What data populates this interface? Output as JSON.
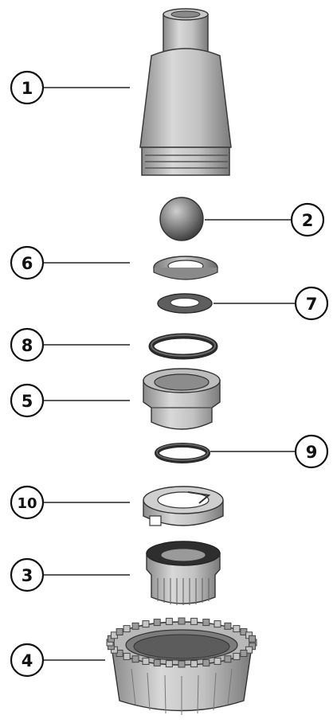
{
  "diagram": {
    "callouts": [
      {
        "id": "1",
        "label": "1"
      },
      {
        "id": "2",
        "label": "2"
      },
      {
        "id": "6",
        "label": "6"
      },
      {
        "id": "7",
        "label": "7"
      },
      {
        "id": "8",
        "label": "8"
      },
      {
        "id": "5",
        "label": "5"
      },
      {
        "id": "9",
        "label": "9"
      },
      {
        "id": "10",
        "label": "10"
      },
      {
        "id": "3",
        "label": "3"
      },
      {
        "id": "4",
        "label": "4"
      }
    ]
  },
  "colors": {
    "part_light": "#d4d4d4",
    "part_mid": "#a8a8a8",
    "part_dark": "#6e6e6e",
    "outline": "#3a3a3a"
  }
}
